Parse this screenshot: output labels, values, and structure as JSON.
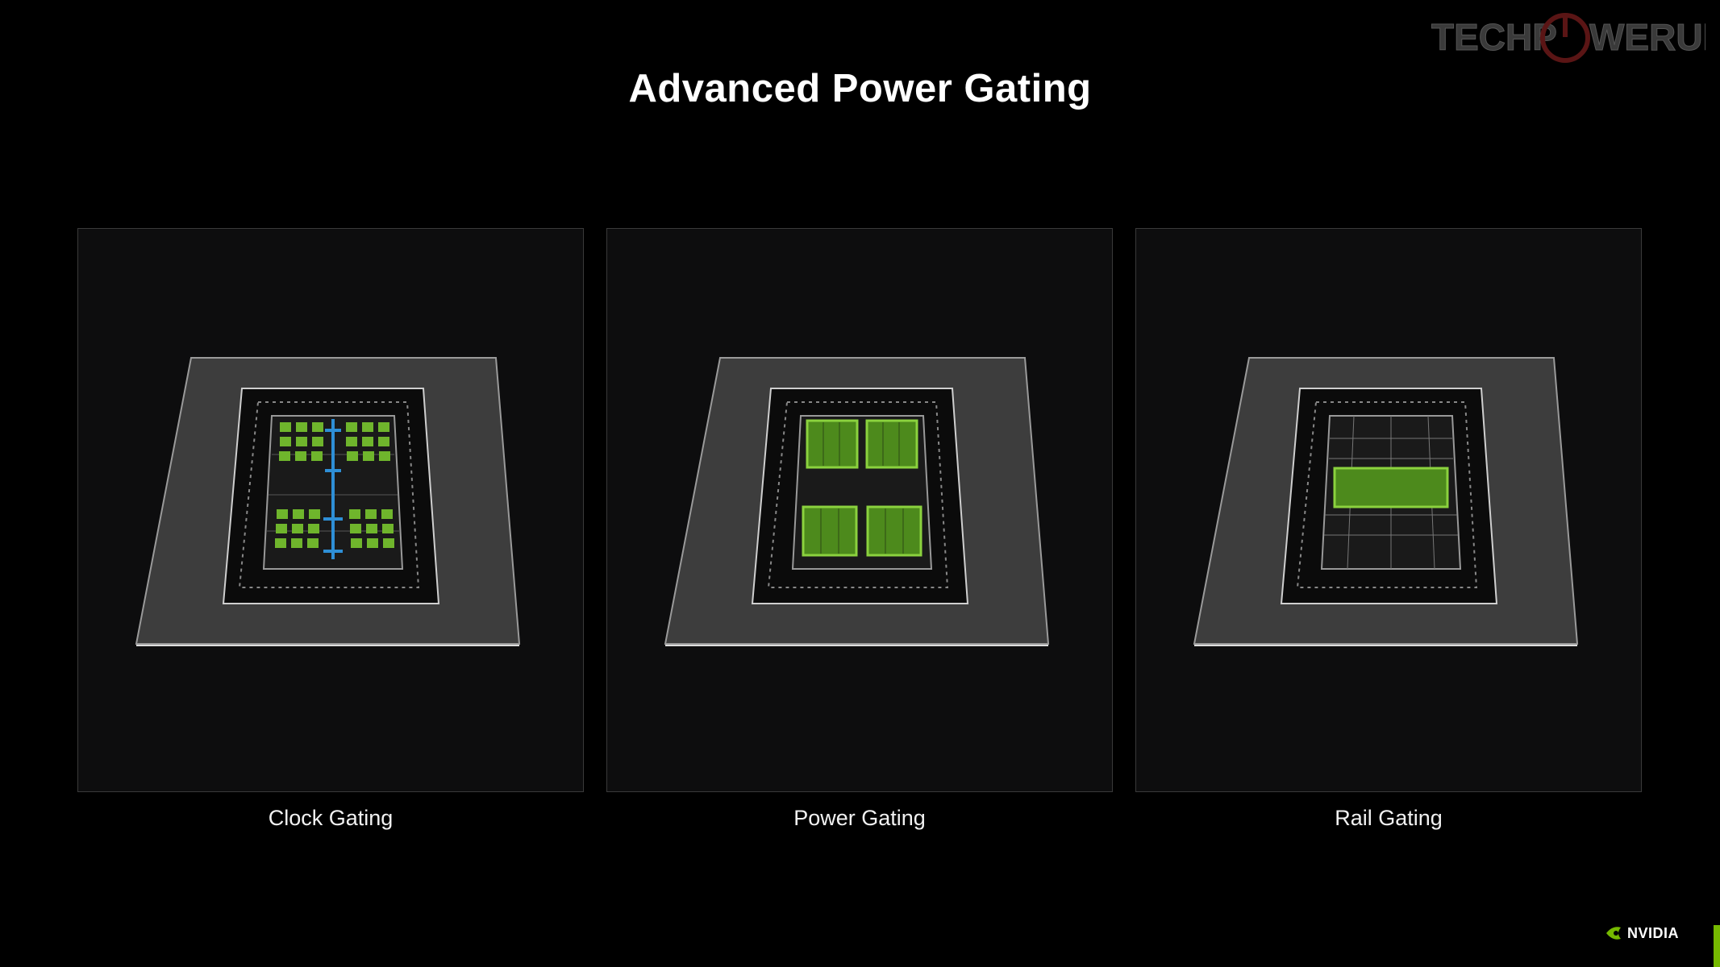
{
  "title": "Advanced Power Gating",
  "watermark": {
    "text": "TECHPOWERUP"
  },
  "panels": [
    {
      "caption": "Clock Gating",
      "highlight": "clock-tree",
      "accent_colors": [
        "#7ac142",
        "#2e8fd6"
      ]
    },
    {
      "caption": "Power Gating",
      "highlight": "four-blocks",
      "accent_colors": [
        "#7ac142"
      ]
    },
    {
      "caption": "Rail Gating",
      "highlight": "center-band",
      "accent_colors": [
        "#7ac142"
      ]
    }
  ],
  "footer": {
    "brand": "NVIDIA",
    "accent": "#76b900"
  }
}
